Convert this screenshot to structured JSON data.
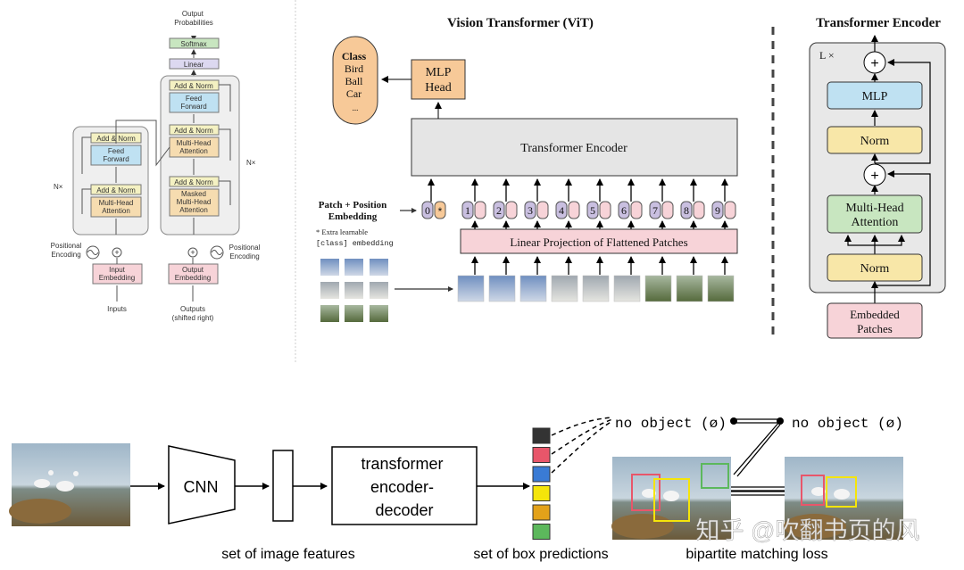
{
  "transformer": {
    "output_probabilities": [
      "Output",
      "Probabilities"
    ],
    "softmax": "Softmax",
    "linear": "Linear",
    "add_norm": "Add & Norm",
    "feed_forward": [
      "Feed",
      "Forward"
    ],
    "multi_head_attention": [
      "Multi-Head",
      "Attention"
    ],
    "masked_multi_head_attention": [
      "Masked",
      "Multi-Head",
      "Attention"
    ],
    "nx_left": "N×",
    "nx_right": "N×",
    "positional_encoding": [
      "Positional",
      "Encoding"
    ],
    "input_embedding": [
      "Input",
      "Embedding"
    ],
    "output_embedding": [
      "Output",
      "Embedding"
    ],
    "inputs": "Inputs",
    "outputs": [
      "Outputs",
      "(shifted right)"
    ]
  },
  "vit": {
    "title": "Vision Transformer (ViT)",
    "class_box": {
      "title": "Class",
      "items": [
        "Bird",
        "Ball",
        "Car",
        "..."
      ]
    },
    "mlp_head": [
      "MLP",
      "Head"
    ],
    "transformer_encoder": "Transformer Encoder",
    "patch_position_embedding": [
      "Patch + Position",
      "Embedding"
    ],
    "extra_learnable": [
      "* Extra learnable",
      "[class] embedding"
    ],
    "linear_projection": "Linear Projection of Flattened Patches",
    "token_labels": [
      "0",
      "1",
      "2",
      "3",
      "4",
      "5",
      "6",
      "7",
      "8",
      "9"
    ],
    "class_token_star": "*"
  },
  "encoder": {
    "title": "Transformer Encoder",
    "lx": "L ×",
    "mlp": "MLP",
    "norm_top": "Norm",
    "plus": "+",
    "multi_head_attention": [
      "Multi-Head",
      "Attention"
    ],
    "norm_bottom": "Norm",
    "embedded_patches": [
      "Embedded",
      "Patches"
    ]
  },
  "detr": {
    "cnn": "CNN",
    "transformer_box": [
      "transformer",
      "encoder-",
      "decoder"
    ],
    "set_of_image_features": "set of image features",
    "set_of_box_predictions": "set of box predictions",
    "bipartite_matching_loss": "bipartite matching loss",
    "no_object_left": "no object (ø)",
    "no_object_right": "no object (ø)",
    "box_prediction_colors": [
      "#333333",
      "#e8566a",
      "#3a7bd5",
      "#f5e50a",
      "#e3a21a",
      "#5cb85c"
    ]
  },
  "watermark": "知乎 @吹翻书页的风"
}
